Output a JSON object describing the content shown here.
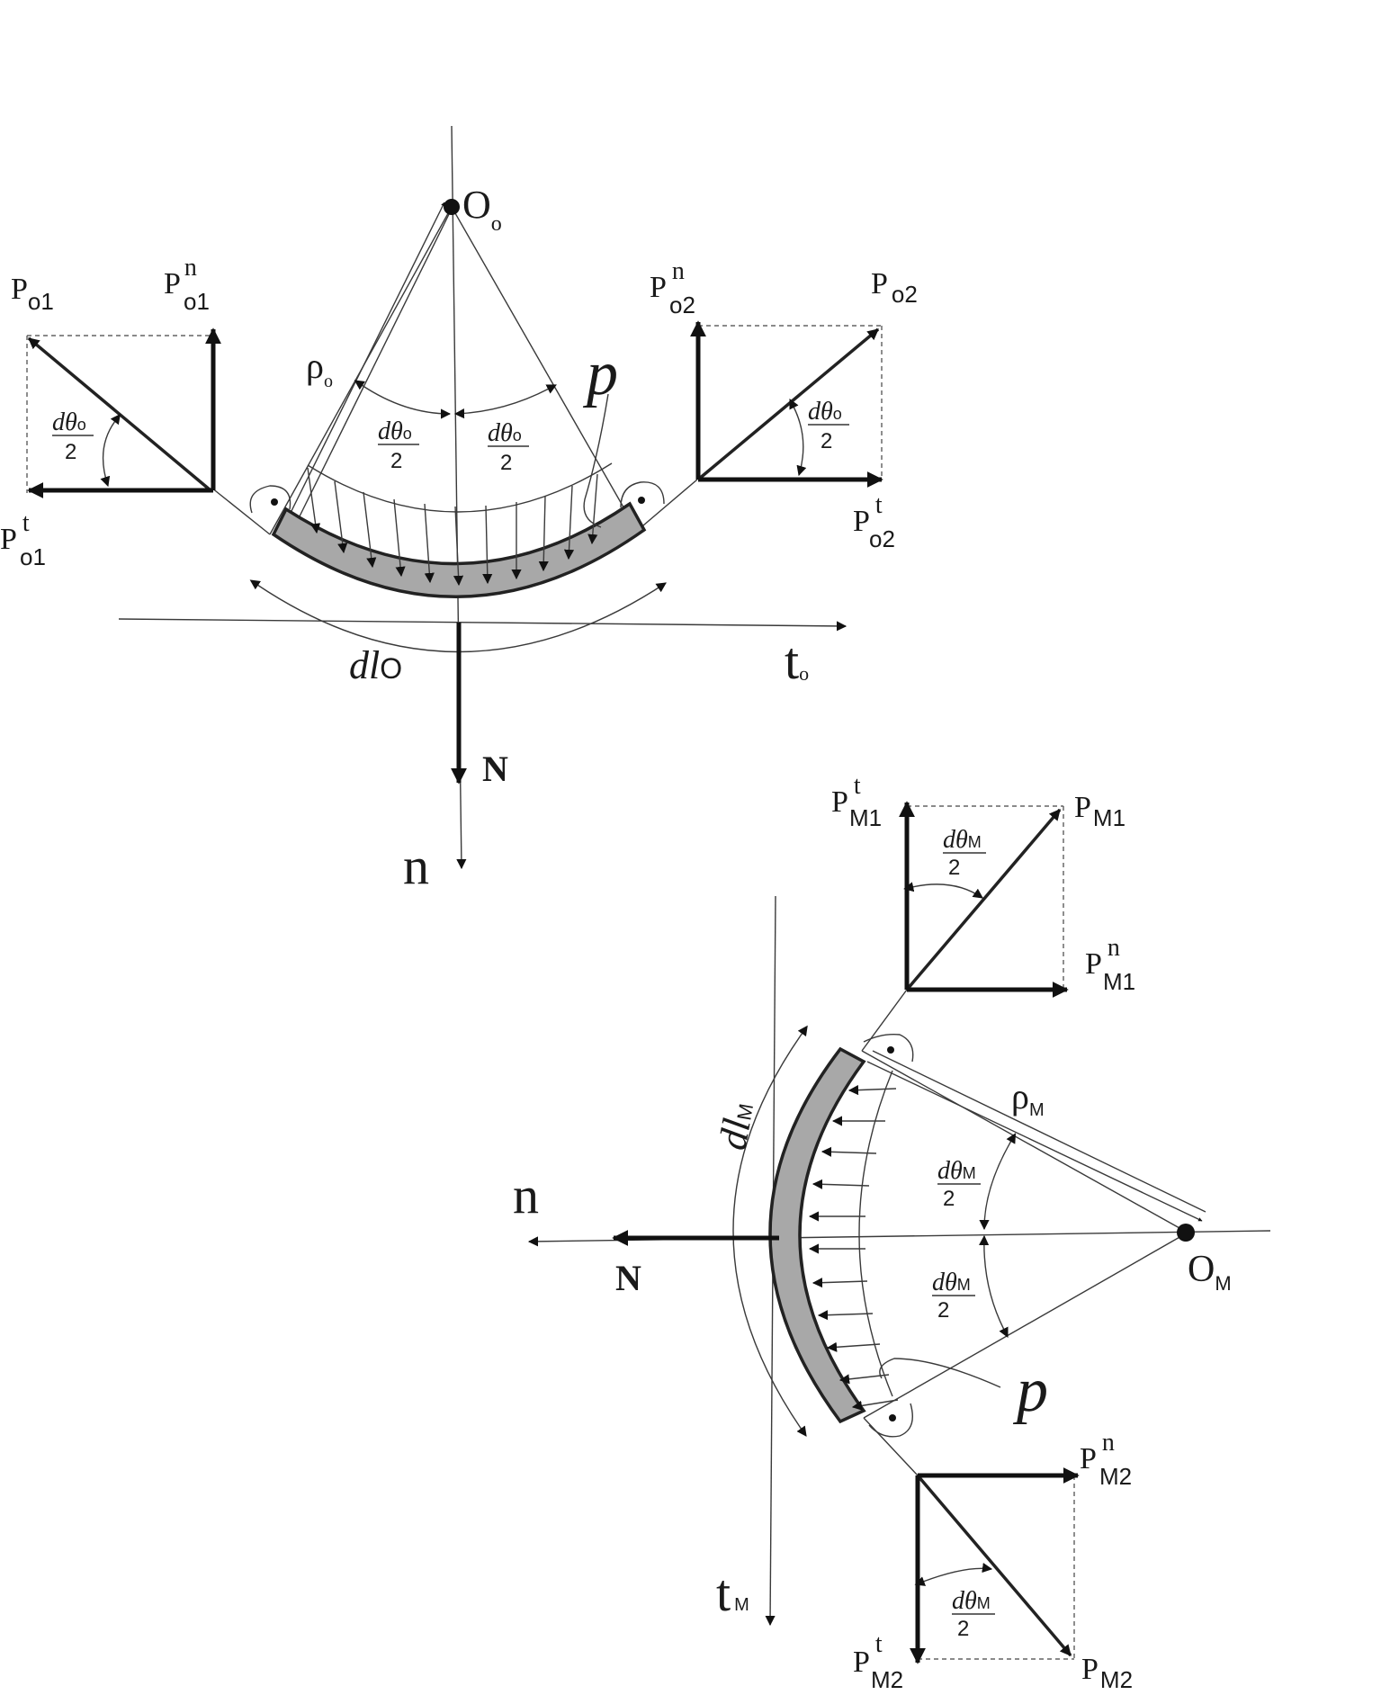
{
  "top": {
    "center": "O",
    "center_sub": "o",
    "radius": "ρ",
    "radius_sub": "o",
    "pressure": "p",
    "arc_length": "dl",
    "arc_length_sub": "O",
    "tangent_axis": "t",
    "tangent_axis_sub": "o",
    "normal_axis": "n",
    "normal_force": "N",
    "half_angle_num": "dθ",
    "half_angle_num_sub": "o",
    "half_angle_den": "2",
    "P_base": "P",
    "po1_sub": "o1",
    "po2_sub": "o2",
    "sup_n": "n",
    "sup_t": "t"
  },
  "bottom": {
    "center": "O",
    "center_sub": "M",
    "radius": "ρ",
    "radius_sub": "M",
    "pressure": "p",
    "arc_length": "dl",
    "arc_length_sub": "M",
    "tangent_axis": "t",
    "tangent_axis_sub": "M",
    "normal_axis": "n",
    "normal_force": "N",
    "half_angle_num": "dθ",
    "half_angle_num_sub": "M",
    "half_angle_den": "2",
    "P_base": "P",
    "pm1_sub": "M1",
    "pm2_sub": "M2",
    "sup_n": "n",
    "sup_t": "t"
  }
}
